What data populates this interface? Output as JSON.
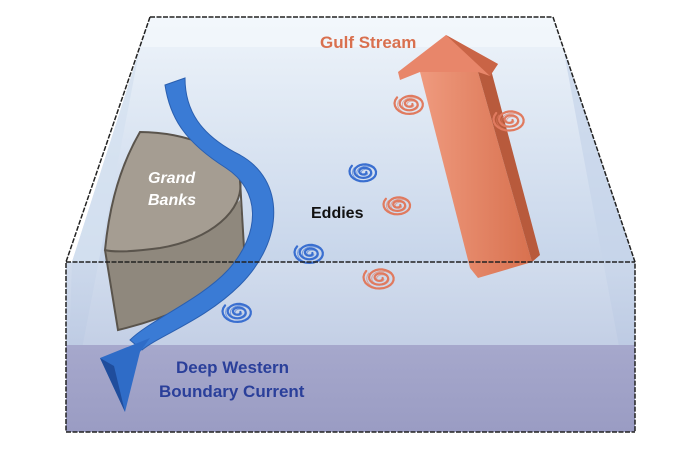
{
  "labels": {
    "gulf_stream": "Gulf Stream",
    "grand_banks_line1": "Grand",
    "grand_banks_line2": "Banks",
    "eddies": "Eddies",
    "dwbc_line1": "Deep Western",
    "dwbc_line2": "Boundary Current"
  },
  "colors": {
    "gulf_stream": "#e8866a",
    "gulf_stream_text": "#d9704f",
    "deep_current": "#3a7bd5",
    "deep_current_text": "#2a3f9a",
    "grand_banks": "#a59d92",
    "eddy_warm": "#e07a5f",
    "eddy_cold": "#3a6fd0",
    "text_dark": "#111111",
    "text_light": "#ffffff"
  },
  "eddies": [
    {
      "type": "warm"
    },
    {
      "type": "warm"
    },
    {
      "type": "cold"
    },
    {
      "type": "warm"
    },
    {
      "type": "cold"
    },
    {
      "type": "warm"
    },
    {
      "type": "cold"
    }
  ]
}
